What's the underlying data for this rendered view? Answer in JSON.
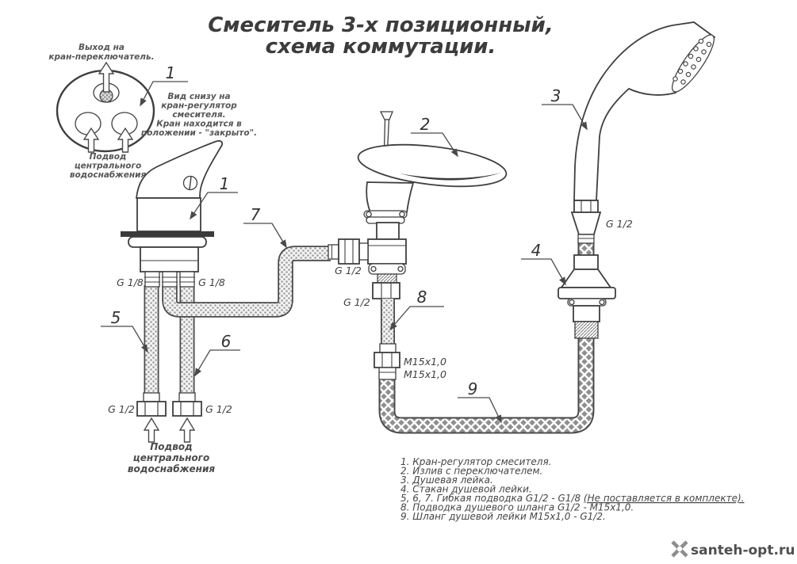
{
  "title": {
    "line1": "Смеситель 3-х позиционный,",
    "line2": "схема коммутации."
  },
  "annotations": {
    "valve_top_output": [
      "Выход на",
      "кран-переключатель."
    ],
    "valve_bottom_view": [
      "Вид снизу на",
      "кран-регулятор",
      "смесителя.",
      "Кран находится в",
      "положении - \"закрыто\"."
    ],
    "valve_supply": [
      "Подвод",
      "центрального",
      "водоснабжения"
    ],
    "bottom_supply": [
      "Подвод",
      "центрального",
      "водоснабжения"
    ]
  },
  "part_numbers": {
    "valve_top_view": "1",
    "faucet": "1",
    "spout": "2",
    "shower_head": "3",
    "cup": "4",
    "hose_left": "5",
    "hose_right": "6",
    "hose_spout": "7",
    "shower_supply": "8",
    "shower_hose": "9"
  },
  "thread_labels": {
    "g18_left": "G 1/8",
    "g18_right": "G 1/8",
    "g12_hose7": "G 1/2",
    "g12_spout": "G 1/2",
    "m15_a": "M15x1,0",
    "m15_b": "M15x1,0",
    "g12_shower": "G 1/2",
    "g12_supply_left": "G 1/2",
    "g12_supply_right": "G 1/2"
  },
  "legend": {
    "items": [
      {
        "text": "1. Кран-регулятор смесителя.",
        "underlined": ""
      },
      {
        "text": "2. Излив с переключателем.",
        "underlined": ""
      },
      {
        "text": "3. Душевая лейка.",
        "underlined": ""
      },
      {
        "text": "4. Стакан душевой лейки.",
        "underlined": ""
      },
      {
        "text": "5, 6, 7. Гибкая подводка G1/2 - G1/8 ",
        "underlined": "(Не поставляется в комплекте)."
      },
      {
        "text": "8. Подводка душевого шланга G1/2 - M15x1,0.",
        "underlined": ""
      },
      {
        "text": "9. Шланг душевой лейки M15x1,0 - G1/2.",
        "underlined": ""
      }
    ]
  },
  "watermark": {
    "text": "santeh-opt.ru"
  },
  "colors": {
    "line": "#3f3f3f",
    "text": "#4a4a4a",
    "braid_dot": "#9a9a9a",
    "weave_gray": "#8f8f8f",
    "background": "#ffffff"
  }
}
